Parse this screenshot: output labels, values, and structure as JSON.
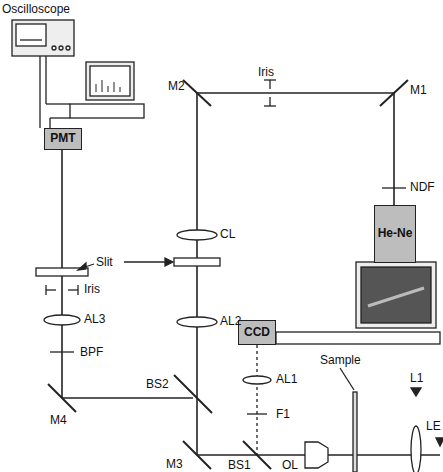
{
  "diagram": {
    "nodes": [
      {
        "text": [
          "PMT"
        ]
      },
      {
        "text": [
          "He-Ne"
        ]
      },
      {
        "text": [
          "CCD"
        ]
      }
    ],
    "labels": [
      "Oscilloscope",
      "Iris",
      "M2",
      "M1",
      "NDF",
      "CL",
      "Slit",
      "Iris",
      "AL3",
      "AL2",
      "BPF",
      "BS2",
      "M4",
      "AL1",
      "Sample",
      "L1",
      "F1",
      "M3",
      "BS1",
      "OL",
      "LE"
    ]
  }
}
